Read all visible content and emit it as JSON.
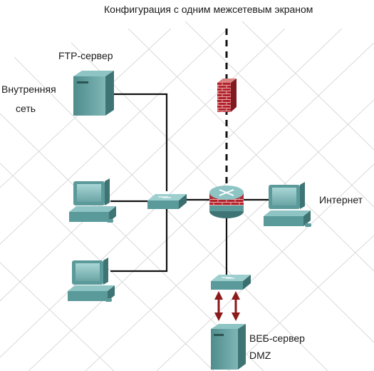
{
  "title": "Конфигурация с одним межсетевым экраном",
  "labels": {
    "ftp_server": "FTP-сервер",
    "internal_net_line1": "Внутренняя",
    "internal_net_line2": "сеть",
    "internet": "Интернет",
    "web_server": "ВЕБ-сервер",
    "dmz": "DMZ"
  },
  "colors": {
    "device": "#5a9a9a",
    "device_light": "#8ec4c4",
    "device_dark": "#3b6f6f",
    "firewall": "#b3212c",
    "router_band": "#a8323a",
    "cable": "#111111",
    "arrow": "#8b1a1a",
    "grid": "#d6d6d6"
  }
}
